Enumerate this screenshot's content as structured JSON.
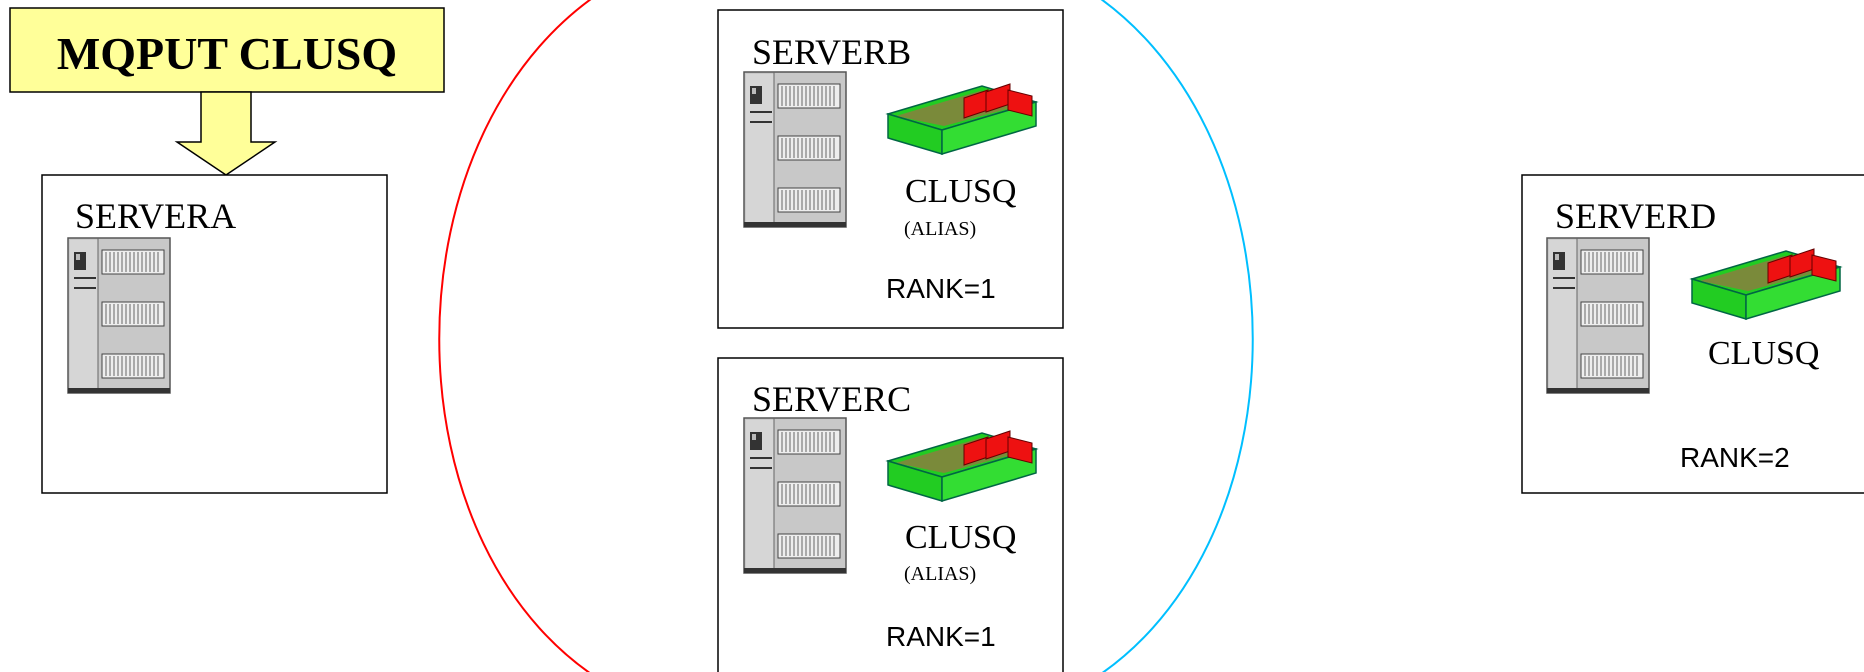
{
  "command": {
    "label": "MQPUT CLUSQ"
  },
  "servers": {
    "a": {
      "name": "SERVERA"
    },
    "b": {
      "name": "SERVERB",
      "queue": "CLUSQ",
      "queue_type": "(ALIAS)",
      "rank": "RANK=1"
    },
    "c": {
      "name": "SERVERC",
      "queue": "CLUSQ",
      "queue_type": "(ALIAS)",
      "rank": "RANK=1"
    },
    "d": {
      "name": "SERVERD",
      "queue": "CLUSQ",
      "rank": "RANK=2"
    }
  },
  "colors": {
    "command_fill": "#ffff99",
    "cluster_left_arc": "#ff0000",
    "cluster_right_arc": "#00bfff",
    "queue_green": "#22cc22",
    "queue_red": "#ee1111",
    "server_gray": "#c0c0c0"
  },
  "icons": [
    "server-icon",
    "queue-tray-icon",
    "down-arrow-icon"
  ]
}
